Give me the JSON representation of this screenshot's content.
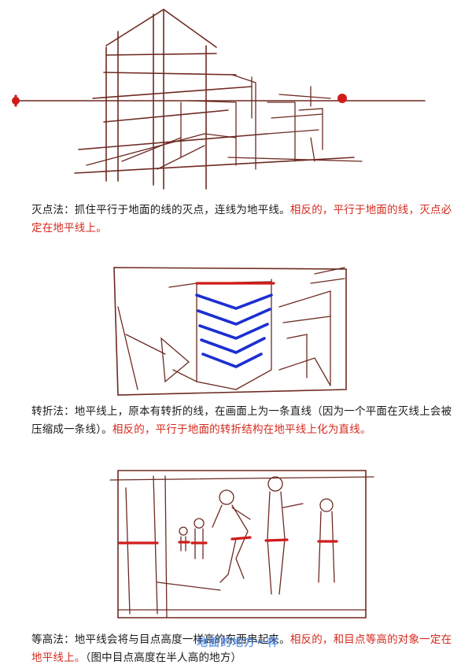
{
  "sections": [
    {
      "caption_black": "灭点法：抓住平行于地面的线的灭点，连线为地平线。",
      "caption_red": "相反的，平行于地面的线，灭点必定在地平线上。"
    },
    {
      "caption_black": "转折法：地平线上，原本有转折的线，在画面上为一条直线（因为一个平面在灭线上会被压缩成一条线）。",
      "caption_red": "相反的，平行于地面的转折结构在地平线上化为直线。"
    },
    {
      "caption_black": "等高法：地平线会将与目点高度一样高的东西串起来。",
      "caption_red": "相反的，和目点等高的对象一定在地平线上。",
      "caption_tail": "（图中目点高度在半人高的地方）"
    }
  ],
  "watermark": "地面的地方一样",
  "colors": {
    "ink": "#6e2a22",
    "accent_red": "#d42a1e",
    "accent_blue": "#1b2fd0"
  }
}
